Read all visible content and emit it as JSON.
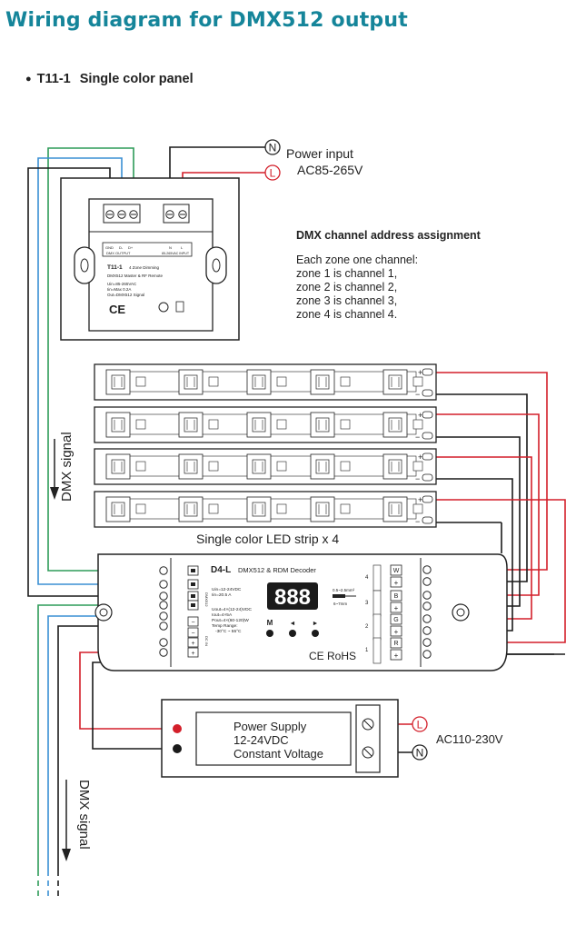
{
  "page": {
    "title": "Wiring diagram for DMX512 output",
    "bullet": "●",
    "model": "T11-1",
    "subtitle": "Single color panel"
  },
  "power_input": {
    "n_symbol": "N",
    "l_symbol": "L",
    "label": "Power input",
    "voltage": "AC85-265V"
  },
  "panel": {
    "term_dmx": [
      "GND",
      "D-",
      "D+"
    ],
    "dmx_output": "DMX OUTPUT",
    "term_power": [
      "N",
      "L"
    ],
    "power_input_text": "85-265VAC INPUT",
    "model": "T11-1",
    "model_desc": "4 Zone Dimming",
    "subtitle": "DMX512 Master & RF Remote",
    "specs": [
      "Uin=85-265VAC",
      "Iin=Max 0.2A",
      "Out=DMX512 Signal"
    ],
    "marks": "CE"
  },
  "dmx_assignment": {
    "heading": "DMX channel address assignment",
    "lines": [
      "Each zone one channel:",
      "zone 1 is channel 1,",
      "zone 2 is channel 2,",
      "zone 3 is channel 3,",
      "zone 4 is channel 4."
    ]
  },
  "led_strips": {
    "label": "Single color LED strip x 4",
    "plus": "+",
    "minus": "−"
  },
  "dmx_signal": {
    "label": "DMX signal"
  },
  "decoder": {
    "model": "D4-L",
    "title": "DMX512 & RDM Decoder",
    "input_specs": [
      "Uin=12-24VDC",
      "Iin=20.5 A"
    ],
    "output_specs": [
      "Uout=4×(12-24)VDC",
      "Iout=4×5A",
      "Pout=4×(60-120)W",
      "Temp Range:",
      "-30°C ~ 55°C"
    ],
    "display": "888",
    "buttons": [
      "M",
      "◄",
      "►"
    ],
    "wire_size": "0.5~2.5mm²",
    "strip_len": "6~7mm",
    "channel_labels": [
      "4",
      "3",
      "2",
      "1"
    ],
    "color_labels": [
      "W",
      "B",
      "G",
      "R"
    ],
    "dmx_side": "DMX512",
    "power_side": "DC IN",
    "cert": "CE RoHS"
  },
  "power_supply": {
    "lines": [
      "Power Supply",
      "12-24VDC",
      "Constant Voltage"
    ],
    "l_symbol": "L",
    "n_symbol": "N",
    "ac_label": "AC110-230V"
  },
  "colors": {
    "title": "#15859a",
    "green_wire": "#2d9b58",
    "blue_wire": "#3a8fd4",
    "red_wire": "#d31f2a",
    "black_wire": "#1a1a1a"
  }
}
